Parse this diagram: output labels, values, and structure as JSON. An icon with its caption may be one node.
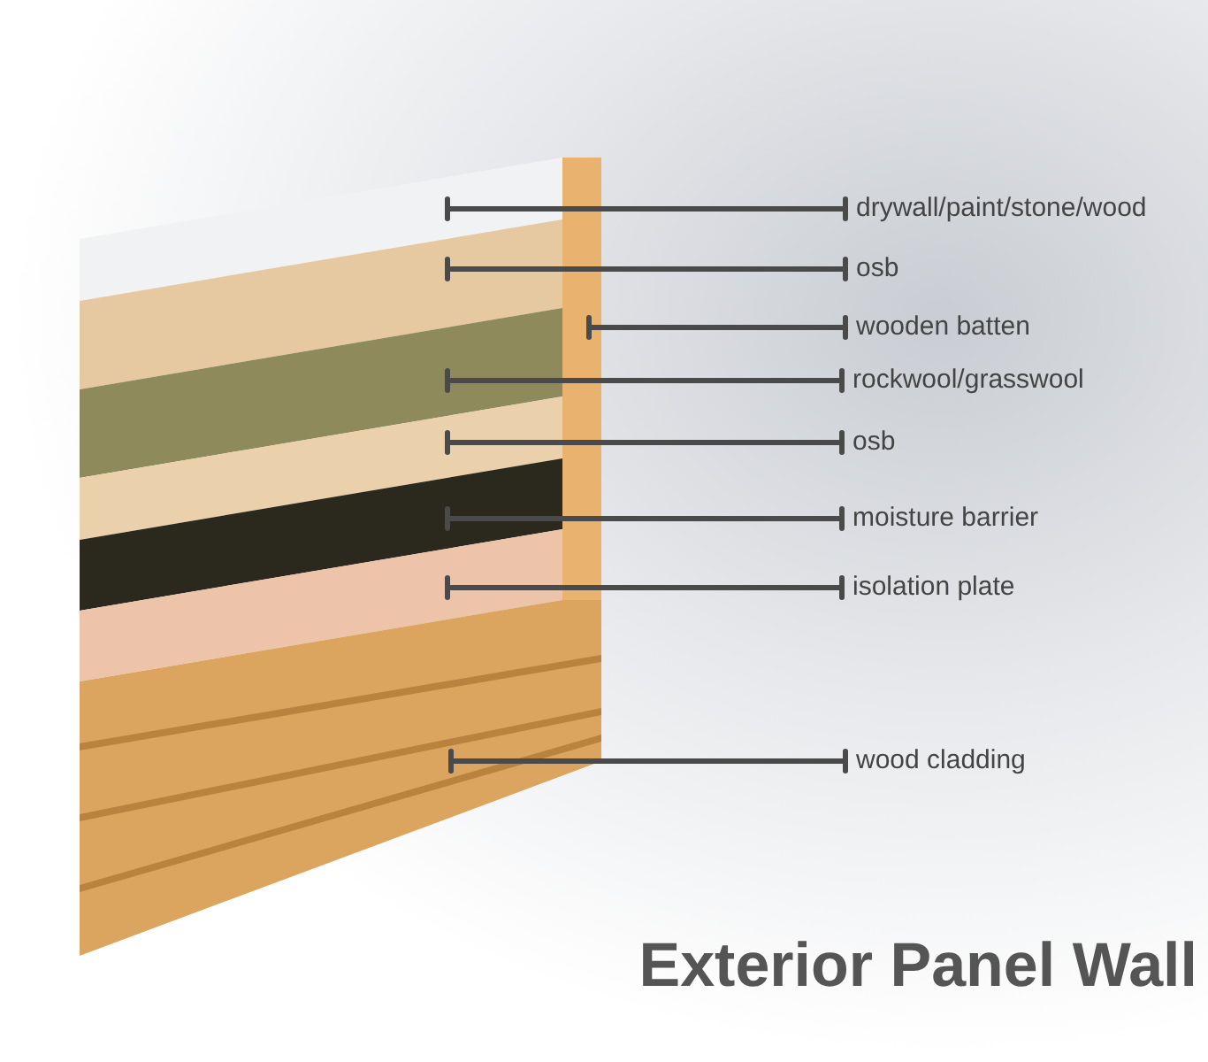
{
  "diagram": {
    "title": "Exterior Panel Wall",
    "nodes": [
      {
        "text": [
          "drywall/paint/stone/wood"
        ]
      },
      {
        "text": [
          "osb"
        ]
      },
      {
        "text": [
          "wooden batten"
        ]
      },
      {
        "text": [
          "rockwool/grasswool"
        ]
      },
      {
        "text": [
          "osb"
        ]
      },
      {
        "text": [
          "moisture barrier"
        ]
      },
      {
        "text": [
          "isolation plate"
        ]
      },
      {
        "text": [
          "wood cladding"
        ]
      },
      {
        "text": [],
        "shape": "box"
      },
      {
        "text": [],
        "shape": "box"
      },
      {
        "text": [],
        "shape": "box"
      },
      {
        "text": [],
        "shape": "box"
      },
      {
        "text": [],
        "shape": "box"
      },
      {
        "text": [],
        "shape": "box"
      },
      {
        "text": [],
        "shape": "box"
      },
      {
        "text": [],
        "shape": "box"
      }
    ],
    "edges": [
      {
        "from": 0,
        "to": 8,
        "arrow": "other"
      },
      {
        "from": 1,
        "to": 9,
        "arrow": "other"
      },
      {
        "from": 2,
        "to": 10,
        "arrow": "other"
      },
      {
        "from": 3,
        "to": 11,
        "arrow": "other"
      },
      {
        "from": 4,
        "to": 12,
        "arrow": "other"
      },
      {
        "from": 5,
        "to": 13,
        "arrow": "other"
      },
      {
        "from": 6,
        "to": 14,
        "arrow": "other"
      },
      {
        "from": 7,
        "to": 15,
        "arrow": "other"
      }
    ]
  }
}
